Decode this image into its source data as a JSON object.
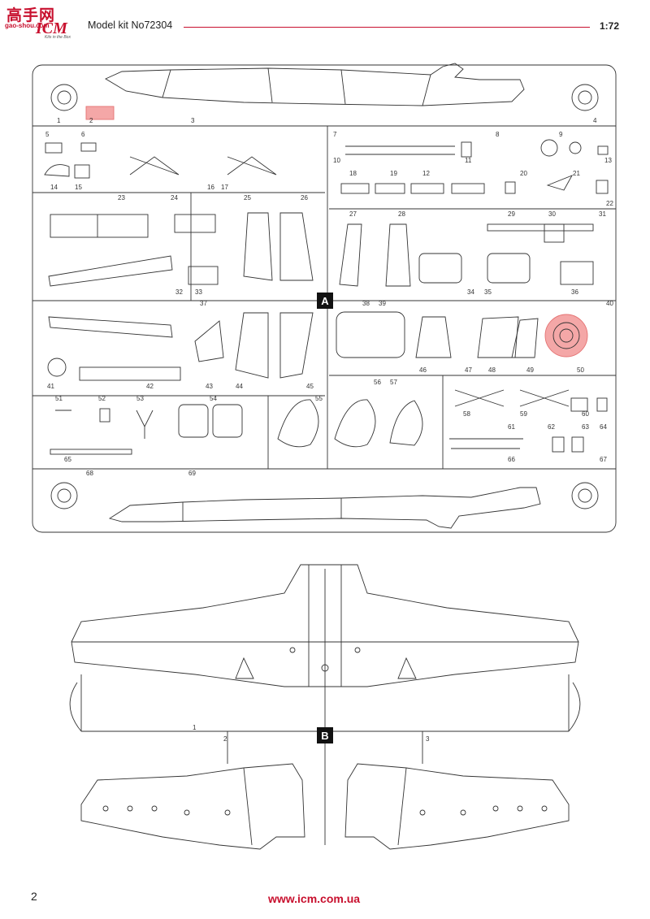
{
  "header": {
    "logo_cn": "高手网",
    "logo_site": "gao-shou.com",
    "logo_brand": "ICM",
    "logo_tagline": "Kits in the Box",
    "kit_title": "Model kit No72304",
    "scale": "1:72"
  },
  "sprue_a": {
    "label": "A",
    "part_numbers": [
      "1",
      "2",
      "3",
      "4",
      "5",
      "6",
      "7",
      "8",
      "9",
      "10",
      "11",
      "12",
      "13",
      "14",
      "15",
      "16",
      "17",
      "18",
      "19",
      "20",
      "21",
      "22",
      "23",
      "24",
      "25",
      "26",
      "27",
      "28",
      "29",
      "30",
      "31",
      "32",
      "33",
      "34",
      "35",
      "36",
      "37",
      "38",
      "39",
      "40",
      "41",
      "42",
      "43",
      "44",
      "45",
      "46",
      "47",
      "48",
      "49",
      "50",
      "51",
      "52",
      "53",
      "54",
      "55",
      "56",
      "57",
      "58",
      "59",
      "60",
      "61",
      "62",
      "63",
      "64",
      "65",
      "66",
      "67",
      "68",
      "69"
    ]
  },
  "sprue_b": {
    "label": "B",
    "part_numbers": [
      "1",
      "2",
      "3"
    ]
  },
  "colors": {
    "accent": "#c8102e",
    "line": "#333333",
    "highlight": "#f4a7a7"
  },
  "footer": {
    "page_number": "2",
    "url": "www.icm.com.ua"
  }
}
